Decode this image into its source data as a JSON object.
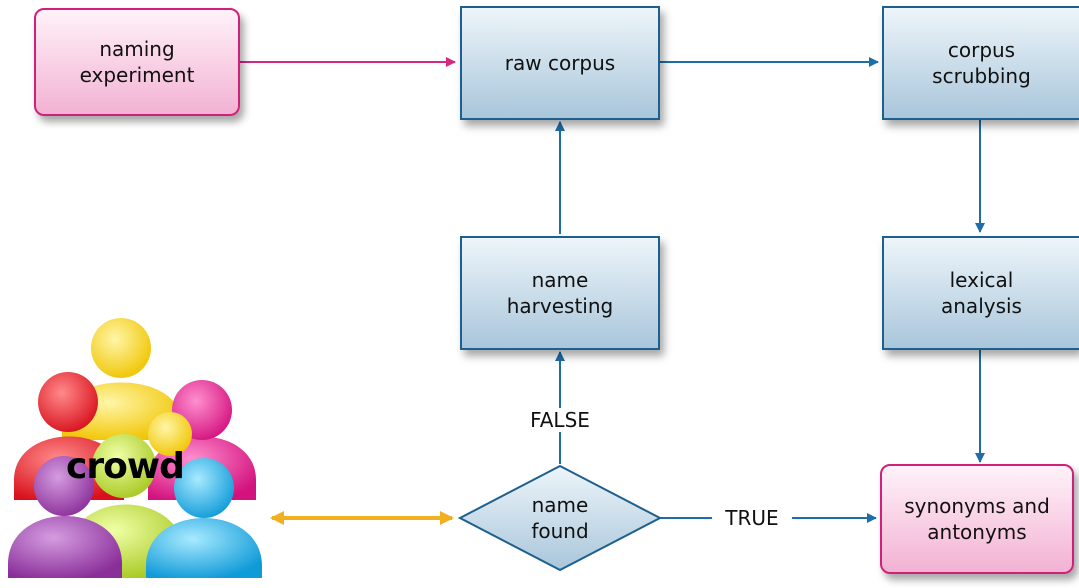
{
  "nodes": {
    "naming_experiment": "naming\nexperiment",
    "raw_corpus": "raw corpus",
    "corpus_scrubbing": "corpus\nscrubbing",
    "name_harvesting": "name\nharvesting",
    "lexical_analysis": "lexical\nanalysis",
    "name_found": "name\nfound",
    "synonyms_antonyms": "synonyms and\nantonyms",
    "crowd": "crowd"
  },
  "edge_labels": {
    "false": "FALSE",
    "true": "TRUE"
  },
  "colors": {
    "flow_arrow": "#1d6ea8",
    "pink_arrow": "#d6287f",
    "crowd_arrow": "#f0b020",
    "person_colors": [
      "#f5d10e",
      "#e51c2a",
      "#e3198c",
      "#9a3fa8",
      "#b4d334",
      "#1ba8e6"
    ]
  }
}
